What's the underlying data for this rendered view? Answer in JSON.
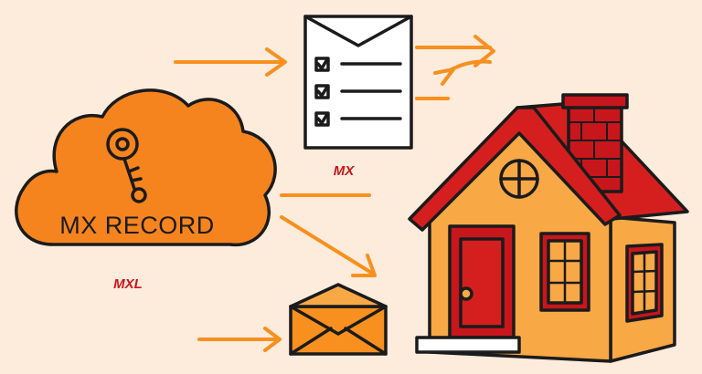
{
  "cloud": {
    "label": "MX RECORD"
  },
  "notes": {
    "under_document": "MX",
    "under_cloud": "MXL"
  },
  "colors": {
    "background": "#fdebdc",
    "cloud": "#f5841f",
    "arrow": "#f7901e",
    "roof": "#d51f1f",
    "house_wall": "#f9a846",
    "door": "#c8161d",
    "outline": "#1b1b1b",
    "paper": "#ffffff",
    "note_red": "#c8161d"
  },
  "icons": [
    "cloud-icon",
    "key-icon",
    "document-icon",
    "checkbox-icon",
    "envelope-icon",
    "house-icon",
    "chimney-icon",
    "arrow-icon"
  ]
}
